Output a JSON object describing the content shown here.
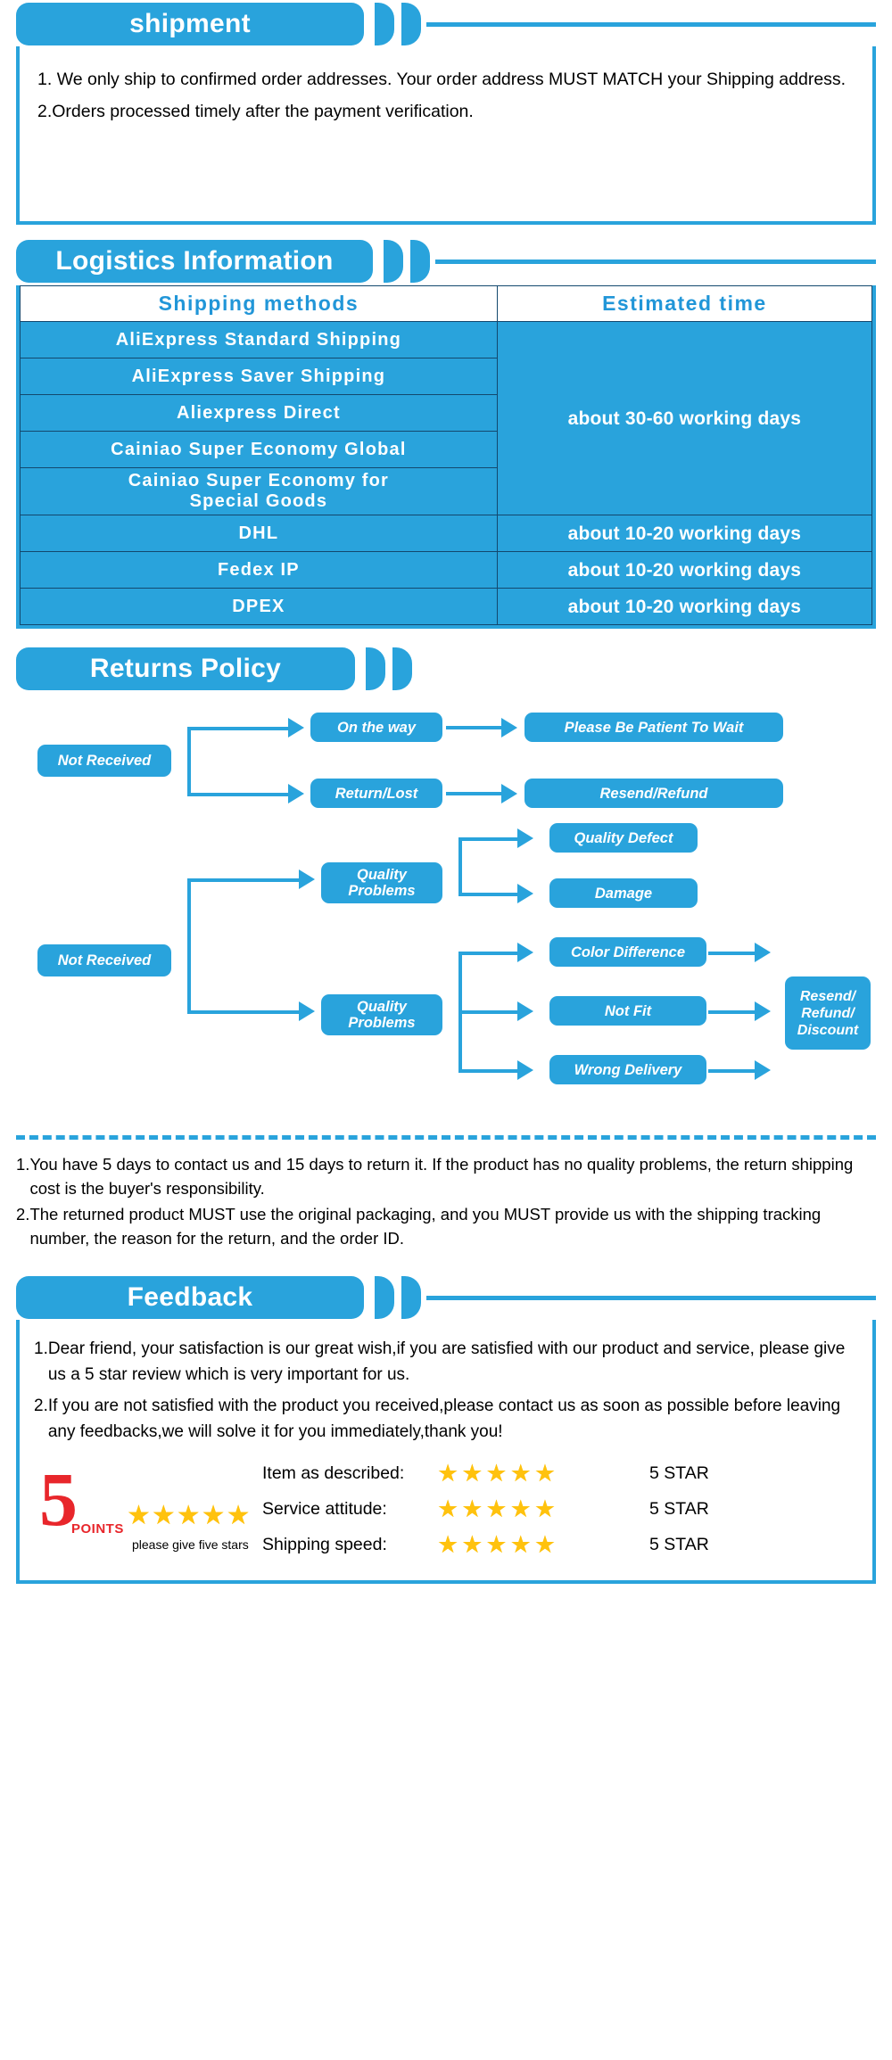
{
  "theme": {
    "blue": "#29A3DC",
    "gold": "#FFC20E",
    "red": "#E8262B",
    "table_border": "#13486e"
  },
  "shipment": {
    "title": "shipment",
    "items": [
      {
        "num": "1. ",
        "text": "We only ship to confirmed order addresses. Your order address MUST MATCH your Shipping address."
      },
      {
        "num": "2.",
        "text": "Orders processed timely after the payment verification."
      }
    ]
  },
  "logistics": {
    "title": "Logistics Information",
    "columns": [
      "Shipping  methods",
      "Estimated  time"
    ],
    "rows": [
      {
        "method": "AliExpress  Standard  Shipping",
        "time": "about 30-60 working days"
      },
      {
        "method": "AliExpress  Saver  Shipping",
        "time": ""
      },
      {
        "method": "Aliexpress  Direct",
        "time": ""
      },
      {
        "method": "Cainiao  Super  Economy  Global",
        "time": ""
      },
      {
        "method": "Cainiao  Super  Economy  for\nSpecial  Goods",
        "time": ""
      },
      {
        "method": "DHL",
        "time": "about 10-20 working days"
      },
      {
        "method": "Fedex  IP",
        "time": "about 10-20 working days"
      },
      {
        "method": "DPEX",
        "time": "about 10-20 working days"
      }
    ]
  },
  "returns": {
    "title": "Returns Policy",
    "flow1": {
      "root": "Not Received",
      "branches": [
        {
          "label": "On the way",
          "result": "Please Be Patient To Wait"
        },
        {
          "label": "Return/Lost",
          "result": "Resend/Refund"
        }
      ]
    },
    "flow2": {
      "root": "Not Received",
      "mid_top": "Quality\nProblems",
      "mid_bottom": "Quality\nProblems",
      "top_leaves": [
        "Quality Defect",
        "Damage"
      ],
      "bottom_leaves": [
        "Color Difference",
        "Not Fit",
        "Wrong Delivery"
      ],
      "final": "Resend/\nRefund/\nDiscount"
    },
    "notes": [
      {
        "num": "1.",
        "text": "You have 5 days to contact us and 15 days to return it. If the product has no quality problems, the return shipping cost is the buyer's responsibility."
      },
      {
        "num": "2.",
        "text": "The returned product MUST use the original packaging, and you MUST provide us with the shipping tracking number, the reason for the return, and the order ID."
      }
    ]
  },
  "feedback": {
    "title": "Feedback",
    "items": [
      {
        "num": "1.",
        "text": "Dear friend, your satisfaction is our great wish,if you are satisfied with our product and service, please give us a 5 star review which is very important for us."
      },
      {
        "num": "2.",
        "text": "If you are not satisfied with the product you received,please contact us as soon as possible before leaving any feedbacks,we will solve it for you immediately,thank you!"
      }
    ],
    "badge": {
      "number": "5",
      "points_label": "POINTS",
      "stars": "★★★★★",
      "caption": "please give five stars"
    },
    "ratings": [
      {
        "label": "Item as described:",
        "stars": "★★★★★",
        "value": "5 STAR"
      },
      {
        "label": "Service attitude:",
        "stars": "★★★★★",
        "value": "5 STAR"
      },
      {
        "label": "Shipping speed:",
        "stars": "★★★★★",
        "value": "5 STAR"
      }
    ]
  }
}
